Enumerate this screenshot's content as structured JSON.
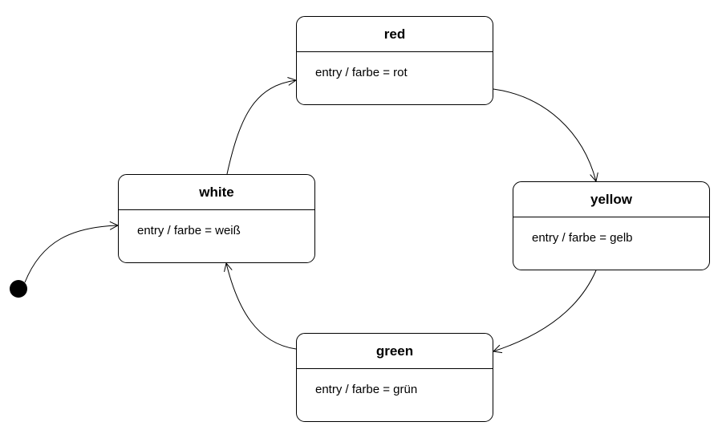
{
  "diagram": {
    "type": "state-machine",
    "states": [
      {
        "id": "red",
        "name": "red",
        "action": "entry / farbe = rot"
      },
      {
        "id": "yellow",
        "name": "yellow",
        "action": "entry / farbe = gelb"
      },
      {
        "id": "green",
        "name": "green",
        "action": "entry / farbe = grün"
      },
      {
        "id": "white",
        "name": "white",
        "action": "entry / farbe = weiß"
      }
    ],
    "initial_state": "white",
    "transitions": [
      {
        "from": "initial",
        "to": "white"
      },
      {
        "from": "white",
        "to": "red"
      },
      {
        "from": "red",
        "to": "yellow"
      },
      {
        "from": "yellow",
        "to": "green"
      },
      {
        "from": "green",
        "to": "white"
      }
    ],
    "colors": {
      "line": "#000000",
      "background": "#ffffff",
      "initial_node": "#000000"
    }
  }
}
